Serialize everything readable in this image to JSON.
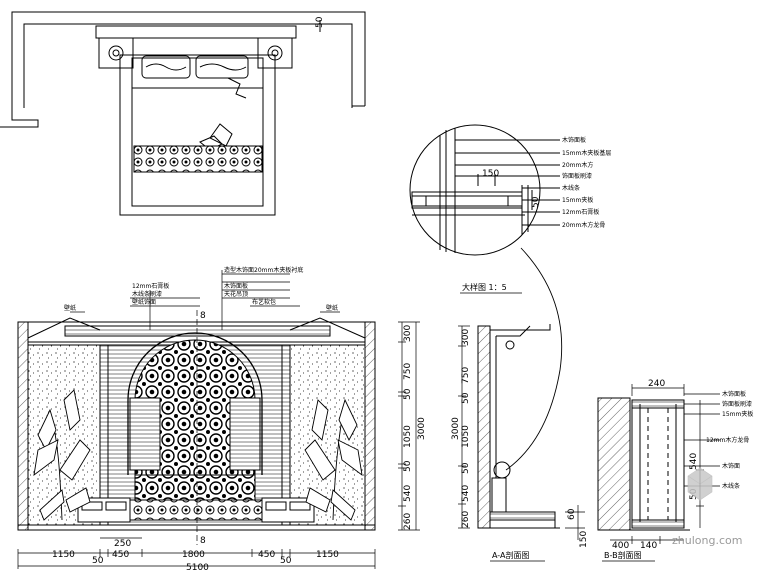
{
  "plan": {
    "dim_50": "50"
  },
  "detail": {
    "title": "大样图 1：5",
    "dim_150": "150",
    "dim_50": "50",
    "notes": [
      "木饰面板",
      "15mm木夹板基层",
      "20mm木方",
      "饰面板刷漆",
      "木线条",
      "15mm夹板",
      "12mm石膏板",
      "20mm木方龙骨"
    ]
  },
  "elevation_main": {
    "top_notes": [
      "造型木饰面20mm木夹板衬底",
      "12mm石膏板",
      "木饰面板",
      "木线条刷漆",
      "天花吊顶",
      "壁纸饰面",
      "布艺软包"
    ],
    "left_note": "壁纸",
    "right_note": "壁纸",
    "section_marks": [
      "8",
      "8"
    ],
    "bottom_dims_row1": [
      "1150",
      "50",
      "450",
      "1800",
      "450",
      "50",
      "1150"
    ],
    "bottom_total": "5100",
    "dim_250": "250",
    "right_dims": [
      "300",
      "750",
      "50",
      "1050",
      "50",
      "540",
      "260"
    ],
    "right_total": "3000"
  },
  "section_a": {
    "title": "A-A剖面图",
    "right_dims": [
      "300",
      "750",
      "50",
      "1050",
      "50",
      "540",
      "260"
    ],
    "total": "3000",
    "dim_60": "60",
    "dim_150": "150"
  },
  "section_b": {
    "title": "B-B剖面图",
    "dim_240": "240",
    "notes": [
      "木饰面板",
      "饰面板刷漆",
      "15mm夹板",
      "12mm木方龙骨",
      "木饰面",
      "木线条"
    ],
    "right_dims": [
      "540",
      "50"
    ],
    "bottom_dims": [
      "400",
      "140"
    ]
  },
  "watermark": {
    "text": "zhulong.com"
  }
}
